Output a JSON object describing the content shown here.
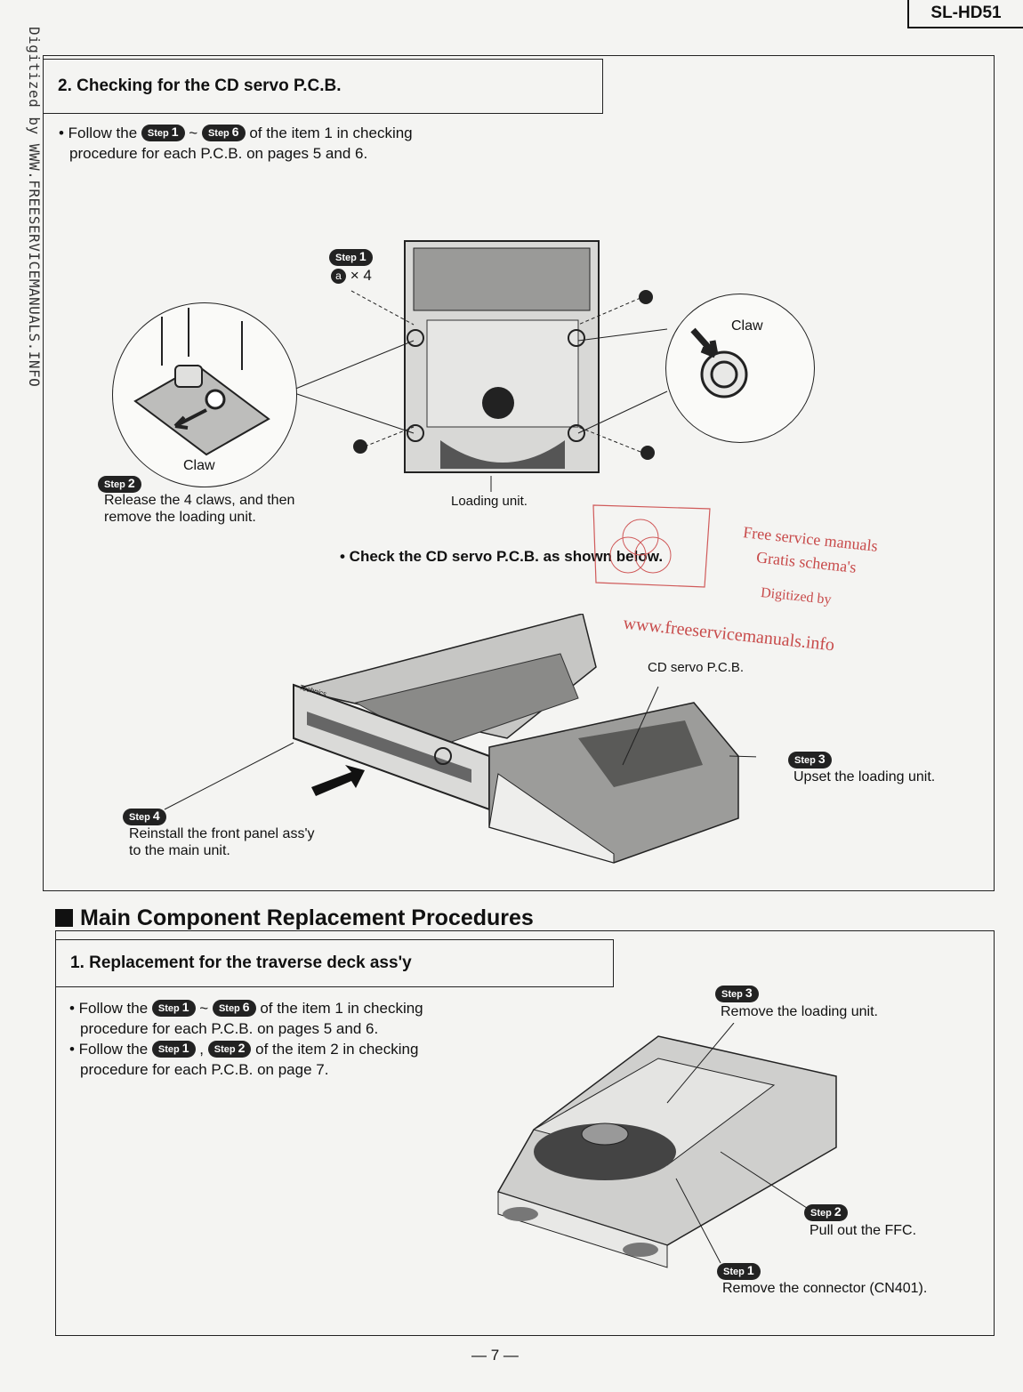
{
  "model": "SL-HD51",
  "side_text": "Digitized by WWW.FREESERVICEMANUALS.INFO",
  "section2": {
    "title": "2. Checking for the CD servo P.C.B.",
    "bullet_prefix": "• Follow the",
    "step_word": "Step",
    "tilde": "~",
    "bullet_suffix": "of the item 1 in checking",
    "bullet_line2": "procedure for each P.C.B. on pages 5 and 6.",
    "step1_label": "Step",
    "step1_num": "1",
    "screw_label": "a",
    "screw_qty": "× 4",
    "claw_left": "Claw",
    "claw_right": "Claw",
    "step2_num": "2",
    "step2_text1": "Release the 4 claws, and then",
    "step2_text2": "remove the loading unit.",
    "loading_unit": "Loading unit.",
    "check_text": "• Check the CD servo P.C.B. as shown below.",
    "cd_servo": "CD servo P.C.B.",
    "step3_num": "3",
    "step3_text": "Upset the loading unit.",
    "step4_num": "4",
    "step4_text1": "Reinstall the front panel ass'y",
    "step4_text2": "to the main unit.",
    "brand": "Technics"
  },
  "watermark": {
    "line1": "Free service manuals",
    "line2": "Gratis schema's",
    "line3": "Digitized by",
    "line4": "www.freeservicemanuals.info"
  },
  "main": {
    "heading": "Main Component Replacement Procedures",
    "sub_title": "1. Replacement for the traverse deck ass'y",
    "b1_prefix": "• Follow the",
    "b1_n1": "1",
    "b1_n2": "6",
    "b1_suffix": "of the item 1 in checking",
    "b1_line2": "procedure for each P.C.B. on pages 5 and 6.",
    "b2_prefix": "• Follow the",
    "b2_n1": "1",
    "b2_sep": ",",
    "b2_n2": "2",
    "b2_suffix": "of the item 2 in checking",
    "b2_line2": "procedure for each P.C.B. on page 7.",
    "step3_text": "Remove the loading unit.",
    "step2_text": "Pull out the FFC.",
    "step1_text": "Remove the connector (CN401)."
  },
  "page_number": "— 7 —"
}
